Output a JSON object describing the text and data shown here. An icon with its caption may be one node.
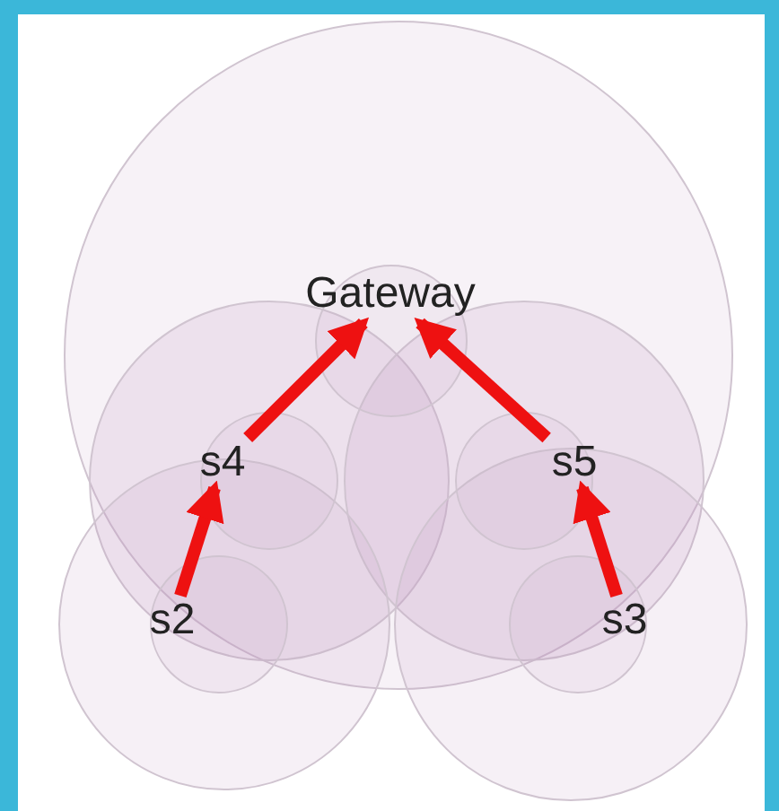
{
  "diagram": {
    "nodes": [
      {
        "text": [
          "Gateway"
        ]
      },
      {
        "text": [
          "s4"
        ]
      },
      {
        "text": [
          "s5"
        ]
      },
      {
        "text": [
          "s2"
        ]
      },
      {
        "text": [
          "s3"
        ]
      }
    ],
    "edges": [
      {
        "from": 1,
        "to": 0,
        "arrow": "to"
      },
      {
        "from": 2,
        "to": 0,
        "arrow": "to"
      },
      {
        "from": 3,
        "to": 1,
        "arrow": "to"
      },
      {
        "from": 4,
        "to": 2,
        "arrow": "to"
      }
    ]
  }
}
